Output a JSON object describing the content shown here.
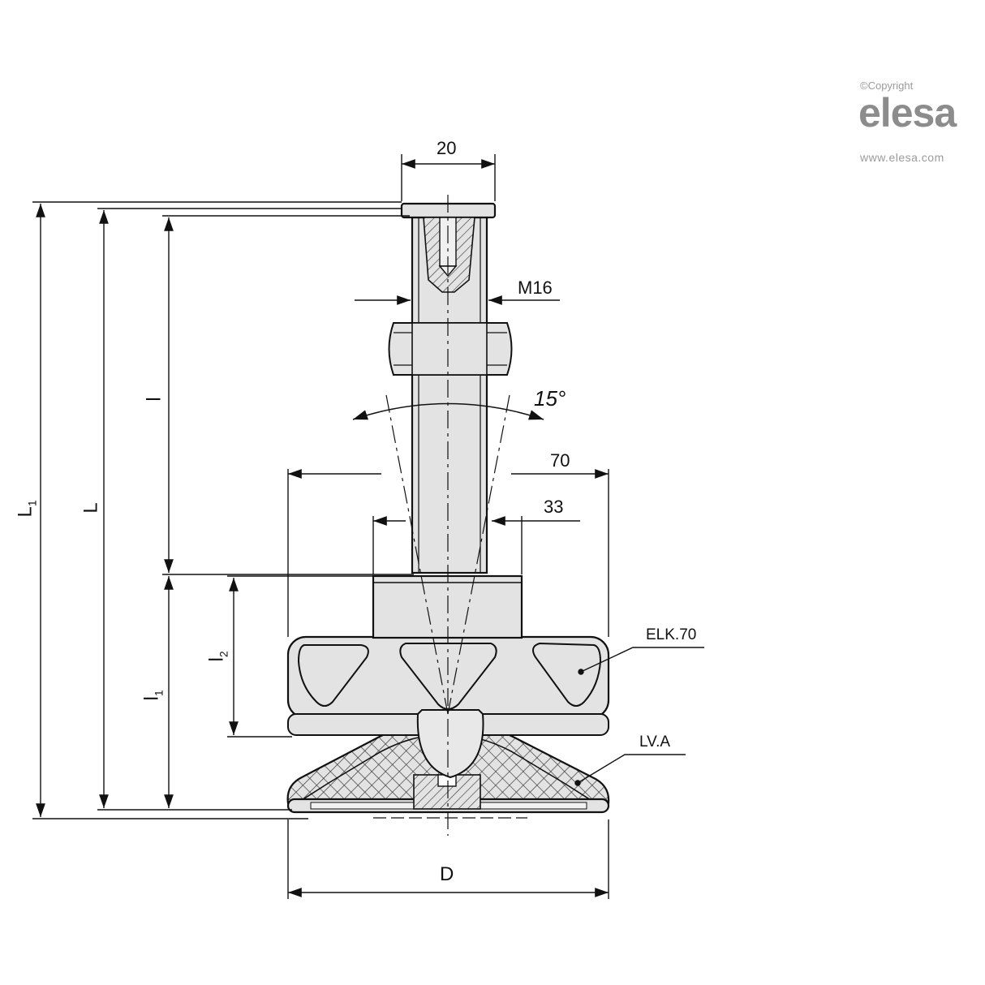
{
  "brand": {
    "copyright": "©Copyright",
    "wordmark": "elesa",
    "url": "www.elesa.com"
  },
  "dimensions": {
    "top_width": "20",
    "thread": "M16",
    "angle": "15°",
    "width_70": "70",
    "width_33": "33",
    "diameter": "D",
    "L1": "L",
    "L1_sub": "1",
    "L": "L",
    "l": "l",
    "l1": "l",
    "l1_sub": "1",
    "l2": "l",
    "l2_sub": "2"
  },
  "references": {
    "knob": "ELK.70",
    "base": "LV.A"
  },
  "colors": {
    "line": "#111111",
    "fill": "#e3e3e3",
    "hatch": "#333333"
  }
}
